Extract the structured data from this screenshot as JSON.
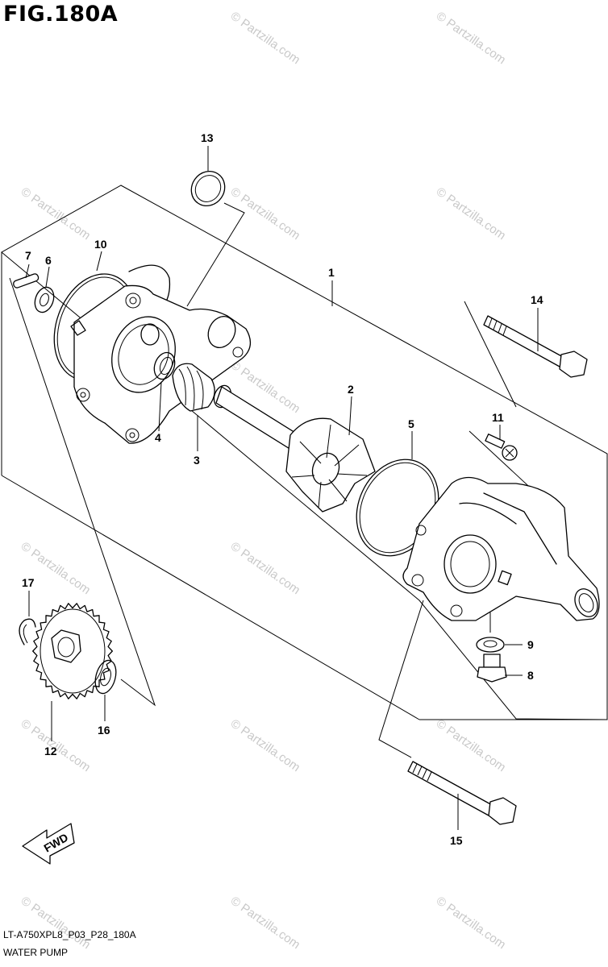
{
  "header": {
    "figure_title": "FIG.180A"
  },
  "footer": {
    "diagram_code": "LT-A750XPL8_P03_P28_180A",
    "diagram_name": "WATER PUMP"
  },
  "watermark": {
    "text": "© Partzilla.com"
  },
  "arrow": {
    "label": "FWD"
  },
  "callouts": [
    {
      "id": "c1",
      "label": "1",
      "part": "water-pump-assy"
    },
    {
      "id": "c2",
      "label": "2",
      "part": "impeller"
    },
    {
      "id": "c3",
      "label": "3",
      "part": "mechanical-seal"
    },
    {
      "id": "c4",
      "label": "4",
      "part": "oil-seal"
    },
    {
      "id": "c5",
      "label": "5",
      "part": "o-ring-case"
    },
    {
      "id": "c6",
      "label": "6",
      "part": "washer"
    },
    {
      "id": "c7",
      "label": "7",
      "part": "pin"
    },
    {
      "id": "c8",
      "label": "8",
      "part": "drain-bolt"
    },
    {
      "id": "c9",
      "label": "9",
      "part": "gasket"
    },
    {
      "id": "c10",
      "label": "10",
      "part": "o-ring-body"
    },
    {
      "id": "c11",
      "label": "11",
      "part": "screw"
    },
    {
      "id": "c12",
      "label": "12",
      "part": "pump-gear"
    },
    {
      "id": "c13",
      "label": "13",
      "part": "o-ring-small"
    },
    {
      "id": "c14",
      "label": "14",
      "part": "bolt-upper"
    },
    {
      "id": "c15",
      "label": "15",
      "part": "bolt-lower"
    },
    {
      "id": "c16",
      "label": "16",
      "part": "gear-washer"
    },
    {
      "id": "c17",
      "label": "17",
      "part": "circlip"
    }
  ]
}
